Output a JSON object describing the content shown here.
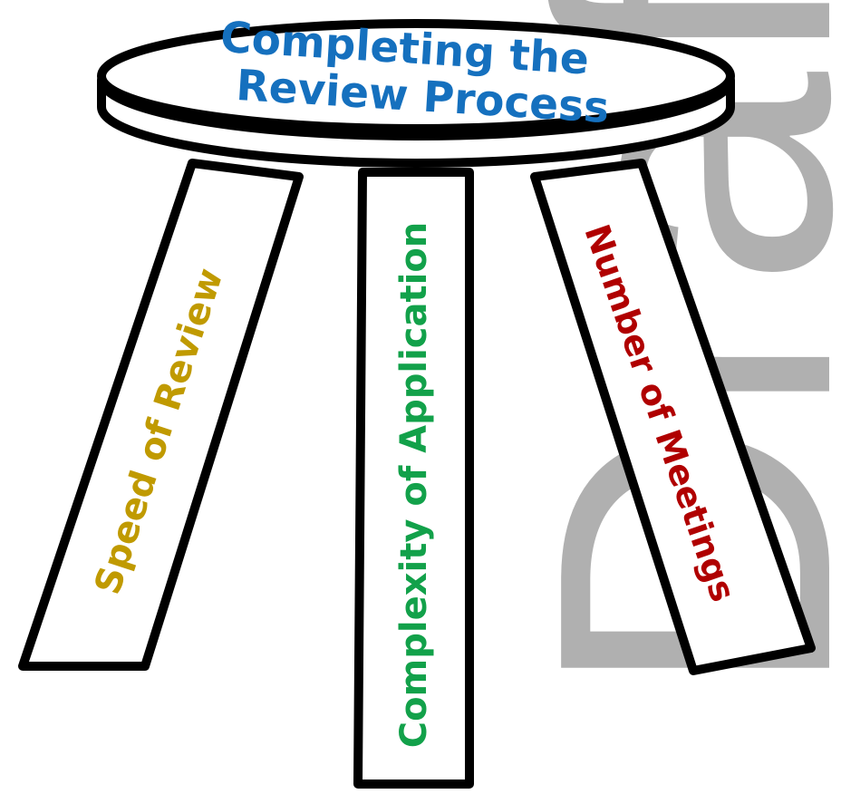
{
  "diagram": {
    "seat_title_line1": "Completing the",
    "seat_title_line2": "Review Process",
    "leg_left_label": "Speed of Review",
    "leg_center_label": "Complexity of Application",
    "leg_right_label": "Number of Meetings",
    "watermark": "Draft"
  },
  "colors": {
    "seat_title": "#1570be",
    "leg_left_label": "#c09a00",
    "leg_center_label": "#12a14a",
    "leg_right_label": "#b00000",
    "watermark": "#a8a8a8",
    "outline": "#000000"
  }
}
